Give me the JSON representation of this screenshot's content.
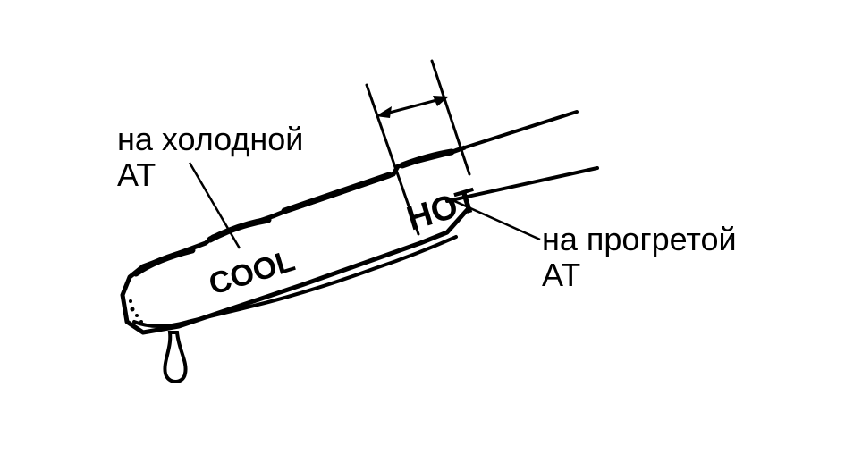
{
  "labels": {
    "cold": {
      "line1": "на холодной",
      "line2": "АТ"
    },
    "hot": {
      "line1": "на прогретой",
      "line2": "АТ"
    }
  },
  "dipstick_marks": {
    "cool": "COOL",
    "hot": "HOT"
  },
  "colors": {
    "ink": "#000000",
    "background": "#ffffff"
  }
}
